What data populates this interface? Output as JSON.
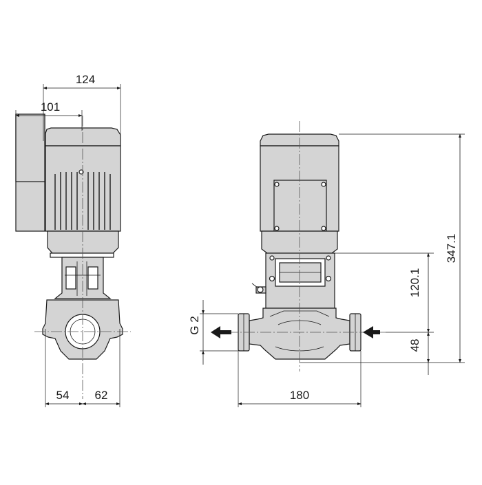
{
  "dimensions": {
    "width_overall": "124",
    "width_motor": "101",
    "inlet_offset": "54",
    "outlet_offset": "62",
    "port_to_port": "180",
    "thread": "G 2",
    "pump_head_height": "120.1",
    "port_height": "48",
    "total_height": "347.1"
  },
  "colors": {
    "line": "#1a1a1a",
    "fill": "#d4d4d4",
    "background": "#ffffff"
  },
  "icons": {
    "flow_out": "arrow-left-icon",
    "flow_in": "arrow-left-icon"
  }
}
